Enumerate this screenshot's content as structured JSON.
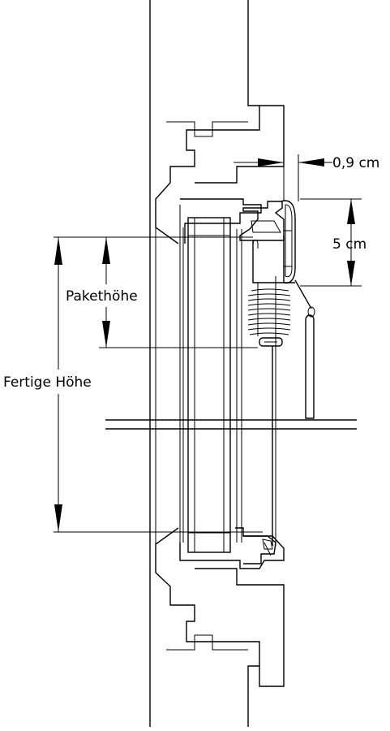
{
  "diagram": {
    "labels": {
      "gap": "0,9 cm",
      "rail_height": "5 cm",
      "package_height": "Pakethöhe",
      "finished_height": "Fertige Höhe"
    },
    "colors": {
      "line": "#000000",
      "background": "#ffffff"
    }
  }
}
